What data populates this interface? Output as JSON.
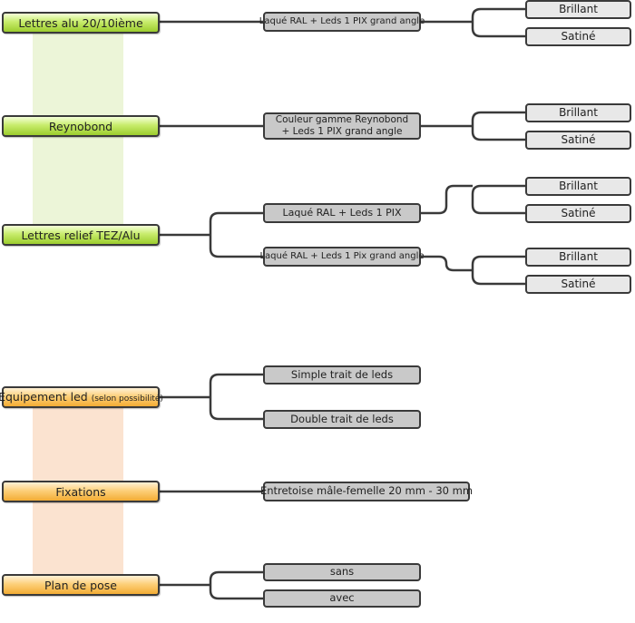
{
  "colors": {
    "line": "#3a3a3a",
    "green_band": "#ecf5d8",
    "orange_band": "#fbe3d0"
  },
  "group1": {
    "lettres_alu": "Lettres alu 20/10ième",
    "reynobond": "Reynobond",
    "lettres_relief": "Lettres relief TEZ/Alu",
    "alu_option": "Laqué RAL + Leds 1 PIX grand angle",
    "reyno_option_line1": "Couleur gamme Reynobond",
    "reyno_option_line2": "+ Leds 1 PIX grand angle",
    "relief_option1": "Laqué RAL + Leds 1 PIX",
    "relief_option2": "Laqué RAL + Leds 1 Pix grand angle",
    "finish_glossy": "Brillant",
    "finish_satin": "Satiné"
  },
  "group2": {
    "equipement": "Equipement led",
    "equipement_note": "(selon possibilité)",
    "fixations": "Fixations",
    "plan_de_pose": "Plan de pose",
    "simple": "Simple trait de leds",
    "double": "Double trait de leds",
    "entretoise": "Entretoise mâle-femelle 20 mm - 30 mm",
    "sans": "sans",
    "avec": "avec"
  }
}
